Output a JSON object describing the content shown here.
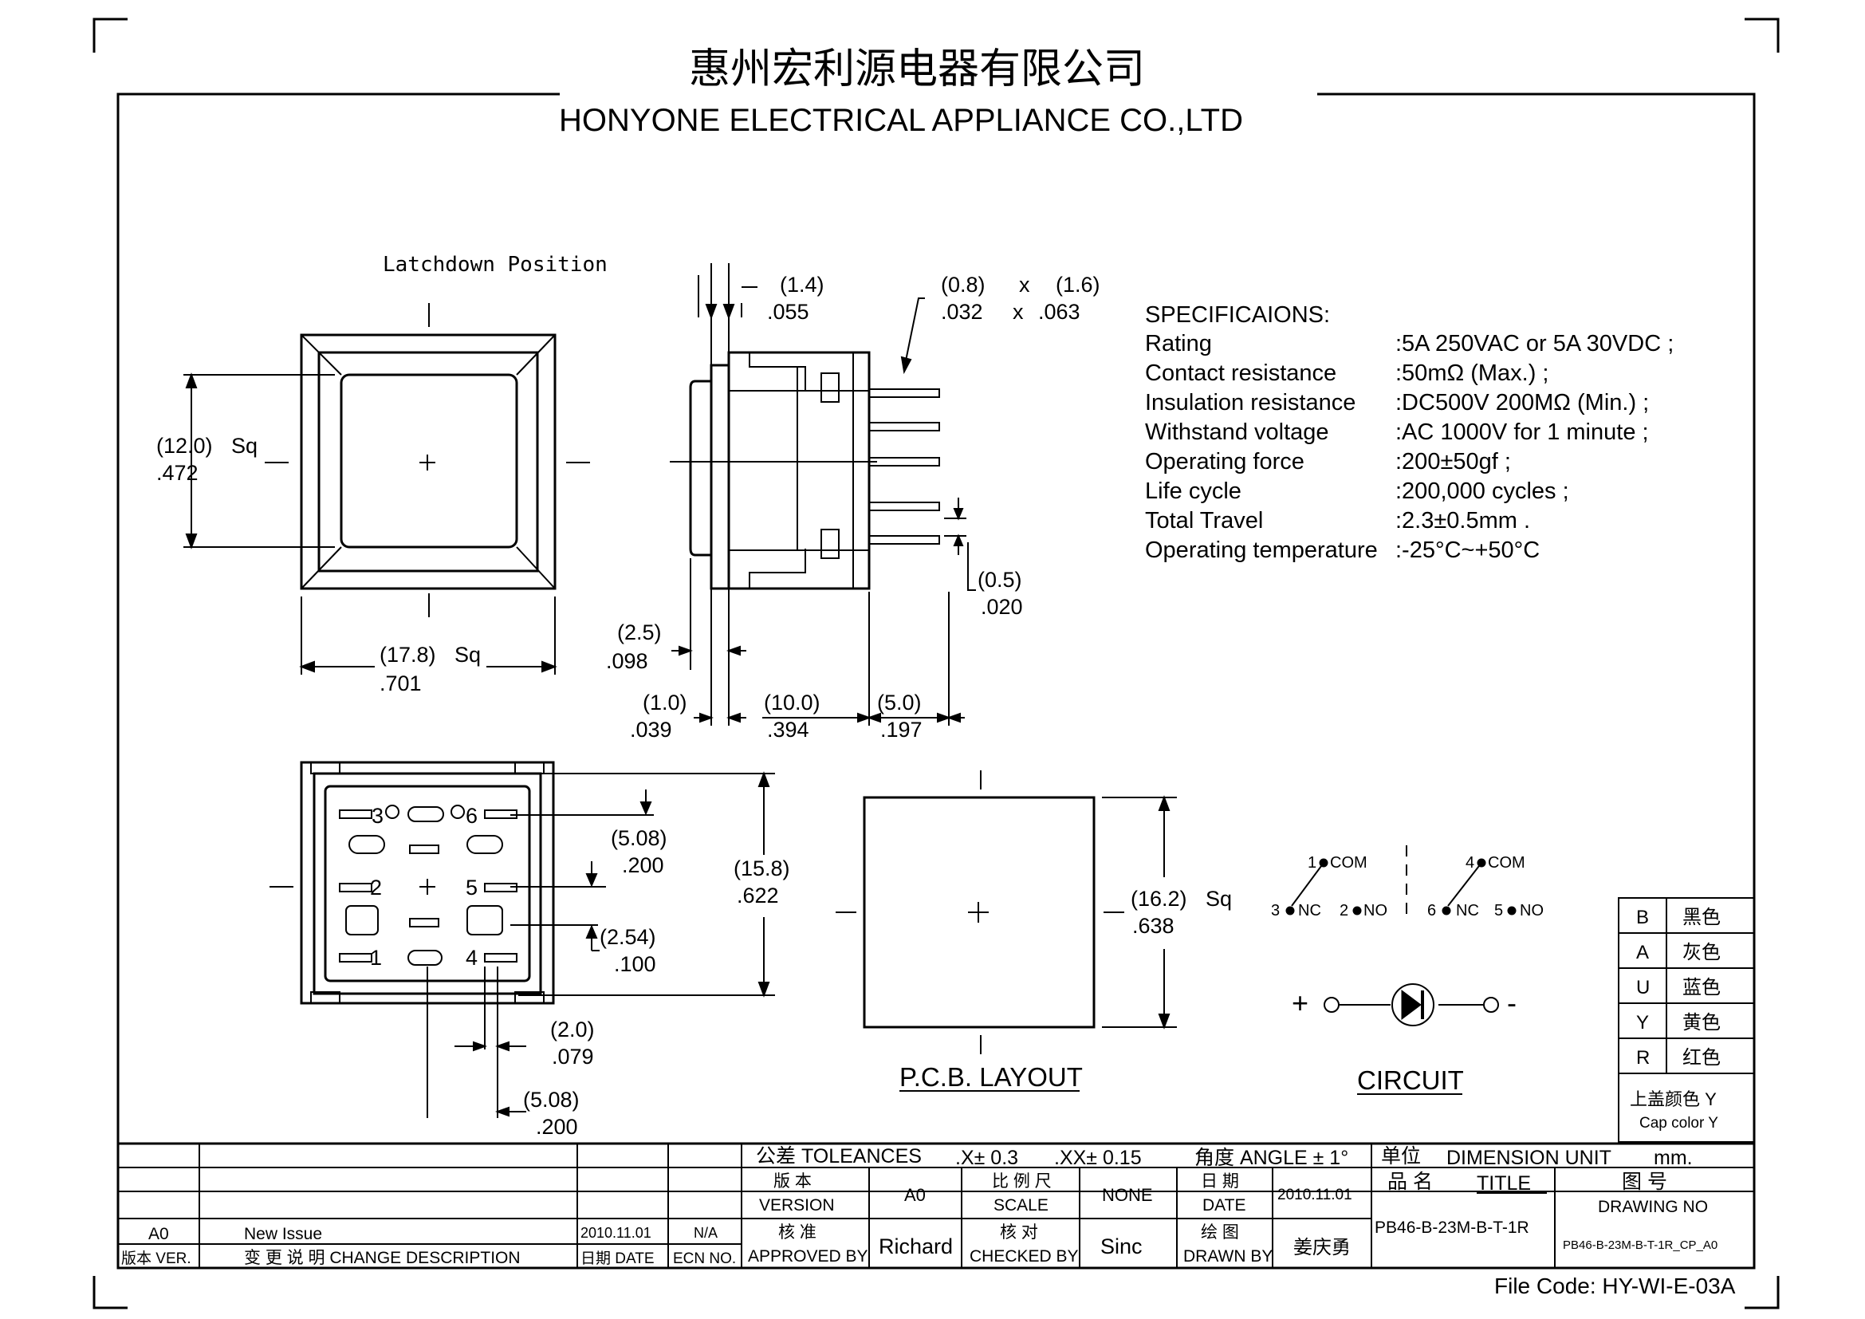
{
  "header": {
    "company_cn": "惠州宏利源电器有限公司",
    "company_en": "HONYONE ELECTRICAL APPLIANCE CO.,LTD"
  },
  "views": {
    "front": {
      "title": "Latchdown Position",
      "dim_inner_mm": "(12.0)",
      "dim_inner_sq": "Sq",
      "dim_inner_in": ".472",
      "dim_outer_mm": "(17.8)",
      "dim_outer_sq": "Sq",
      "dim_outer_in": ".701"
    },
    "side": {
      "dim_a_mm": "(1.4)",
      "dim_a_in": ".055",
      "dim_pin_mm": "(0.8)",
      "dim_pin_x": "x",
      "dim_pin_mm2": "(1.6)",
      "dim_pin_in": ".032",
      "dim_pin_x2": "x",
      "dim_pin_in2": ".063",
      "dim_b_mm": "(0.5)",
      "dim_b_in": ".020",
      "dim_c_mm": "(2.5)",
      "dim_c_in": ".098",
      "dim_d_mm": "(1.0)",
      "dim_d_in": ".039",
      "dim_e_mm": "(10.0)",
      "dim_e_in": ".394",
      "dim_f_mm": "(5.0)",
      "dim_f_in": ".197"
    },
    "bottom": {
      "pins": [
        "1",
        "2",
        "3",
        "4",
        "5",
        "6"
      ],
      "dim_height_mm": "(15.8)",
      "dim_height_in": ".622",
      "dim_pitch_mm": "(5.08)",
      "dim_pitch_in": ".200",
      "dim_small_mm": "(2.54)",
      "dim_small_in": ".100",
      "dim_pin_mm": "(2.0)",
      "dim_pin_in": ".079",
      "dim_pitch2_mm": "(5.08)",
      "dim_pitch2_in": ".200"
    },
    "pcb": {
      "title": "P.C.B. LAYOUT",
      "dim_mm": "(16.2)",
      "dim_sq": "Sq",
      "dim_in": ".638"
    },
    "circuit": {
      "title": "CIRCUIT",
      "labels": [
        "1",
        "COM",
        "3",
        "NC",
        "2",
        "NO",
        "4",
        "COM",
        "6",
        "NC",
        "5",
        "NO"
      ],
      "plus": "+",
      "minus": "-"
    }
  },
  "specs": {
    "heading": "SPECIFICAIONS:",
    "rows": [
      {
        "label": "Rating",
        "value": ":5A 250VAC or 5A 30VDC ;"
      },
      {
        "label": "Contact resistance",
        "value": ":50mΩ  (Max.) ;"
      },
      {
        "label": "Insulation resistance",
        "value": ":DC500V   200MΩ (Min.) ;"
      },
      {
        "label": "Withstand voltage",
        "value": ":AC 1000V for 1 minute ;"
      },
      {
        "label": "Operating force",
        "value": ":200±50gf ;"
      },
      {
        "label": "Life  cycle",
        "value": ":200,000 cycles ;"
      },
      {
        "label": "Total Travel",
        "value": ":2.3±0.5mm ."
      },
      {
        "label": "Operating temperature",
        "value": ":-25°C~+50°C"
      }
    ]
  },
  "colors": {
    "rows": [
      {
        "code": "B",
        "name": "黑色"
      },
      {
        "code": "A",
        "name": "灰色"
      },
      {
        "code": "U",
        "name": "蓝色"
      },
      {
        "code": "Y",
        "name": "黄色"
      },
      {
        "code": "R",
        "name": "红色"
      }
    ],
    "cap_cn": "上盖颜色 Y",
    "cap_en": "Cap color Y"
  },
  "title_block": {
    "tol_label": "公差 TOLEANCES",
    "tol_x": ".X± 0.3",
    "tol_xx": ".XX± 0.15",
    "angle": "角度 ANGLE ± 1°",
    "unit_label": "单位",
    "unit_en": "DIMENSION UNIT",
    "unit_val": "mm.",
    "version_cn": "版 本",
    "version_en": "VERSION",
    "version_val": "A0",
    "scale_cn": "比 例 尺",
    "scale_en": "SCALE",
    "scale_val": "NONE",
    "date_cn": "日 期",
    "date_en": "DATE",
    "date_val": "2010.11.01",
    "title_cn": "品  名",
    "title_en": "TITLE",
    "title_val": "PB46-B-23M-B-T-1R",
    "drawing_cn": "图  号",
    "drawing_en": "DRAWING NO",
    "drawing_val": "PB46-B-23M-B-T-1R_CP_A0",
    "approved_cn": "核  准",
    "approved_en": "APPROVED BY",
    "approved_val": "Richard",
    "checked_cn": "核  对",
    "checked_en": "CHECKED BY",
    "checked_val": "Sinc",
    "drawn_cn": "绘  图",
    "drawn_en": "DRAWN BY",
    "drawn_val": "姜庆勇",
    "rev_ver": "A0",
    "rev_desc": "New Issue",
    "rev_date": "2010.11.01",
    "rev_ecn": "N/A",
    "hdr_ver": "版本 VER.",
    "hdr_desc": "变 更 说 明  CHANGE DESCRIPTION",
    "hdr_date": "日期 DATE",
    "hdr_ecn": "ECN NO."
  },
  "file_code": "File Code: HY-WI-E-03A"
}
